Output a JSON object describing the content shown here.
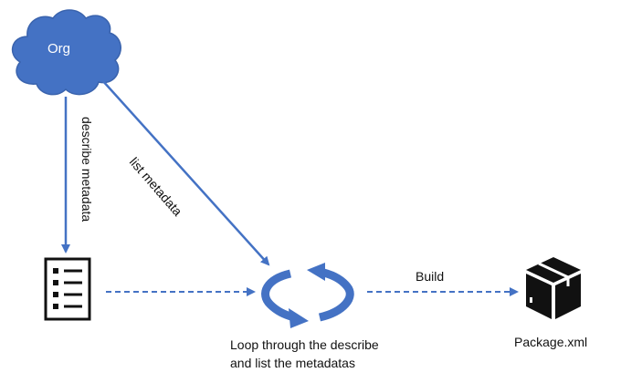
{
  "nodes": {
    "org": {
      "label": "Org",
      "icon": "cloud-icon"
    },
    "describe_result": {
      "icon": "checklist-icon"
    },
    "loop": {
      "icon": "refresh-cycle-icon",
      "caption_line1": "Loop through the describe",
      "caption_line2": "and list the metadatas"
    },
    "package": {
      "label": "Package.xml",
      "icon": "package-box-icon"
    }
  },
  "edges": {
    "describe": {
      "label": "describe metadata"
    },
    "list": {
      "label": "list metadata"
    },
    "build": {
      "label": "Build"
    }
  },
  "colors": {
    "accent": "#4472C4",
    "cloud_fill": "#4472C4",
    "arrow": "#4472C4",
    "dark": "#111111"
  }
}
